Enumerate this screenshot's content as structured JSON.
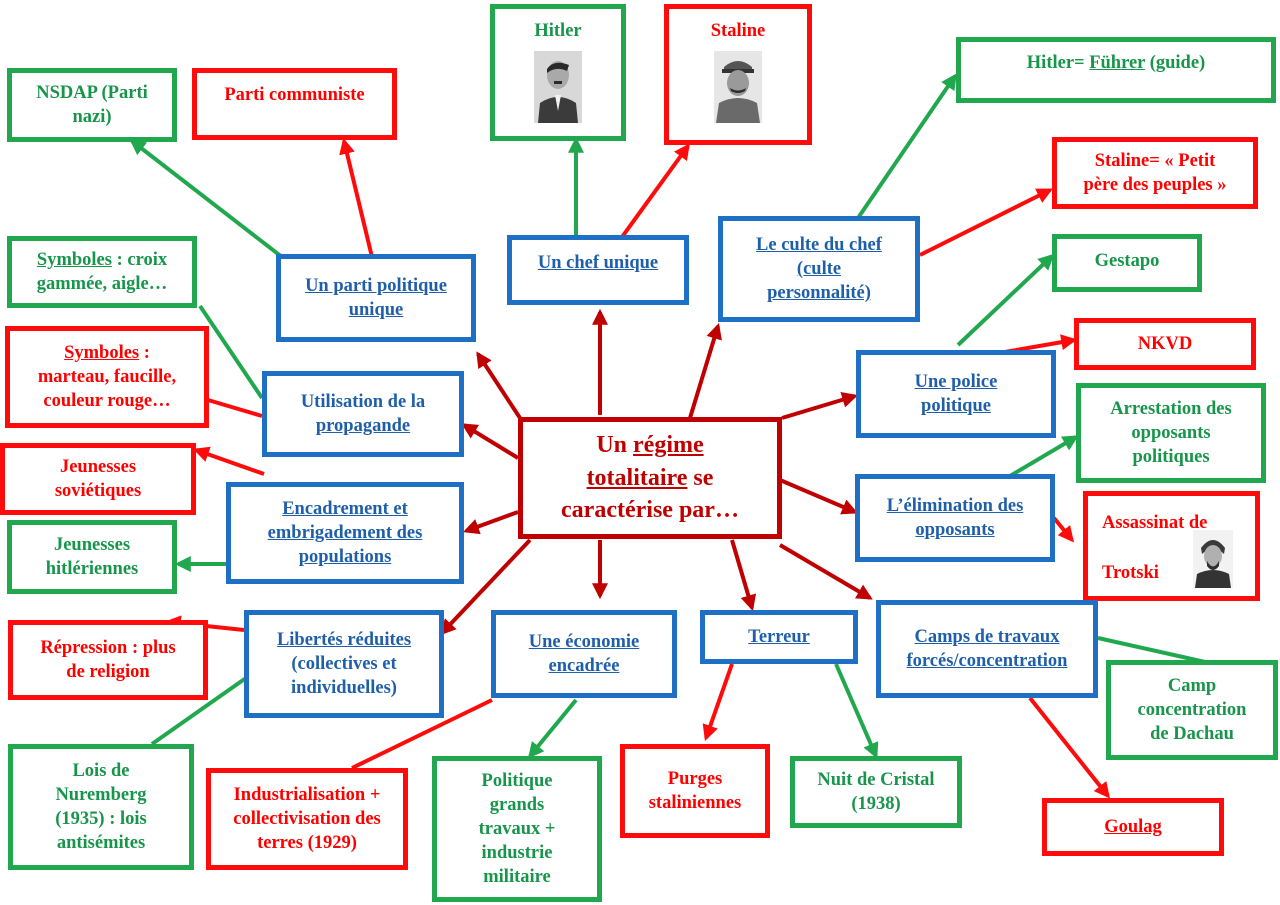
{
  "center": {
    "line1a": "Un ",
    "line1b": "régime",
    "line2a": "totalitaire",
    "line2b": " se",
    "line3": "caractérise par…"
  },
  "boxes": {
    "nsdap": [
      "NSDAP (Parti",
      "nazi)"
    ],
    "parti_communiste": "Parti communiste",
    "hitler": "Hitler",
    "staline": "Staline",
    "hitler_fuhrer": {
      "a": "Hitler= ",
      "b": "Führer",
      "c": " (guide)"
    },
    "staline_petit_pere": [
      "Staline= « Petit",
      "père des peuples »"
    ],
    "parti_unique": [
      "Un parti politique",
      "unique"
    ],
    "chef_unique": "Un chef unique",
    "culte_chef": [
      "Le culte du chef",
      "(culte",
      "personnalité)"
    ],
    "symboles_nazis": {
      "a": "Symboles",
      "b": " : croix",
      "c": "gammée, aigle…"
    },
    "symboles_sov": {
      "a": "Symboles",
      "b": " :",
      "c": "marteau, faucille,",
      "d": "couleur rouge…"
    },
    "propagande": {
      "a": "Utilisation de la",
      "b": "propagande"
    },
    "gestapo": "Gestapo",
    "nkvd": "NKVD",
    "police": [
      "Une police",
      "politique"
    ],
    "arrestation": [
      "Arrestation des",
      "opposants",
      "politiques"
    ],
    "jeunesses_sov": [
      "Jeunesses",
      "soviétiques"
    ],
    "encadrement": [
      "Encadrement et",
      "embrigadement des",
      "populations"
    ],
    "jeunesses_hit": [
      "Jeunesses",
      "hitlériennes"
    ],
    "elimination": [
      "L’élimination des",
      "opposants"
    ],
    "trotski": {
      "a": "Assassinat de",
      "b": "Trotski"
    },
    "repression": [
      "Répression : plus",
      "de religion"
    ],
    "libertes": {
      "a": "Libertés réduites",
      "b": "(collectives et",
      "c": "individuelles)"
    },
    "economie": [
      "Une économie",
      "encadrée"
    ],
    "terreur": "Terreur",
    "camps": [
      "Camps de travaux",
      "forcés/concentration"
    ],
    "dachau": [
      "Camp",
      "concentration",
      "de Dachau"
    ],
    "nuremberg": [
      "Lois de",
      "Nuremberg",
      "(1935) : lois",
      "antisémites"
    ],
    "industrialisation": [
      "Industrialisation +",
      "collectivisation des",
      "terres (1929)"
    ],
    "grands_travaux": [
      "Politique",
      "grands",
      "travaux +",
      "industrie",
      "militaire"
    ],
    "purges": [
      "Purges",
      "staliniennes"
    ],
    "nuit_cristal": [
      "Nuit de Cristal",
      "(1938)"
    ],
    "goulag": "Goulag"
  },
  "colors": {
    "blue": "#1f6fc4",
    "red": "#ff0b0b",
    "green": "#21a84e",
    "dark_red": "#c00000"
  },
  "icons": {
    "hitler_photo": "portrait-photo",
    "staline_photo": "portrait-photo",
    "trotski_photo": "portrait-photo"
  }
}
